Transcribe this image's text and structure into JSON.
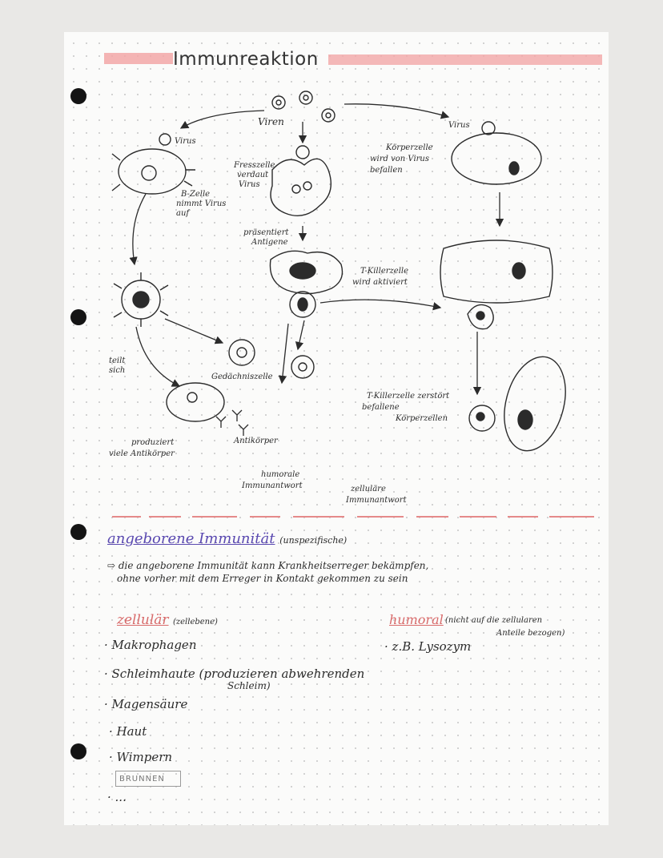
{
  "title": "Immunreaktion",
  "diagram": {
    "labels": {
      "viren": "Viren",
      "virus_left": "Virus",
      "virus_right": "Virus",
      "b_zelle_1": "B-Zelle",
      "b_zelle_2": "nimmt Virus",
      "b_zelle_3": "auf",
      "fresszelle_1": "Fresszelle",
      "fresszelle_2": "verdaut",
      "fresszelle_3": "Virus",
      "koerperzelle_1": "Körperzelle",
      "koerperzelle_2": "wird von Virus",
      "koerperzelle_3": "befallen",
      "praesentiert_1": "präsentiert",
      "praesentiert_2": "Antigene",
      "tkiller_1": "T-Killerzelle",
      "tkiller_2": "wird aktiviert",
      "teilt_1": "teilt",
      "teilt_2": "sich",
      "gedaechtnis": "Gedächniszelle",
      "antikoerper": "Antikörper",
      "produziert_1": "produziert",
      "produziert_2": "viele Antikörper",
      "zerstoert_1": "T-Killerzelle zerstört",
      "zerstoert_2": "befallene",
      "zerstoert_3": "Körperzellen",
      "humorale_1": "humorale",
      "humorale_2": "Immunantwort",
      "zellulaere_1": "zelluläre",
      "zellulaere_2": "Immunantwort"
    }
  },
  "notes": {
    "heading": "angeborene Immunität",
    "heading_note": "(unspezifische)",
    "line1": "⇨ die angeborene Immunität kann Krankheitserreger bekämpfen,",
    "line2": "ohne vorher mit dem Erreger in Kontakt gekommen zu sein",
    "zellular_heading": "zellulär",
    "zellular_note": "(zellebene)",
    "zellular_items": [
      "· Makrophagen",
      "· Schleimhaute (produzieren abwehrenden",
      "Schleim)",
      "· Magensäure",
      "· Haut",
      "· Wimpern",
      "· ..."
    ],
    "humoral_heading": "humoral",
    "humoral_note_1": "(nicht auf die zellularen",
    "humoral_note_2": "Anteile bezogen)",
    "humoral_item": "· z.B. Lysozym"
  },
  "brand": "BRUNNEN",
  "colors": {
    "ink": "#2b2b2b",
    "highlight": "#f2a7a7",
    "purple": "#5a49b0",
    "red": "#d86a6a"
  }
}
